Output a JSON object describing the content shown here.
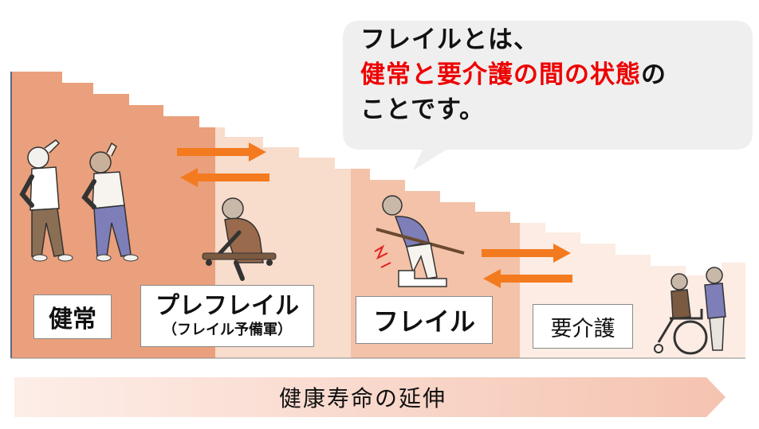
{
  "stages": [
    {
      "label": "健常"
    },
    {
      "label": "プレフレイル",
      "sublabel": "（フレイル予備軍）"
    },
    {
      "label": "フレイル"
    },
    {
      "label": "要介護"
    }
  ],
  "callout": {
    "line1": "フレイルとは、",
    "line2_highlight": "健常と要介護の間の状態",
    "line2_rest": "の",
    "line3": "ことです。"
  },
  "banner": {
    "label": "健康寿命の延伸"
  },
  "colors": {
    "stair_dark": "#eaa07c",
    "stair_mid": "#f3c2a8",
    "stair_light": "#f8dccc",
    "stair_lightest": "#fcece3",
    "arrow": "#f47a1f",
    "callout_fill": "#f0f0f0",
    "highlight_text": "#ee0000",
    "banner_start": "#fbe3da",
    "banner_end": "#f5c5b3"
  },
  "icons": [
    "elderly-man-stretching-icon",
    "elderly-woman-stretching-icon",
    "elderly-man-with-cane-icon",
    "elderly-man-climbing-stairs-icon",
    "wheelchair-with-caregiver-icon",
    "two-way-arrow-icon"
  ]
}
